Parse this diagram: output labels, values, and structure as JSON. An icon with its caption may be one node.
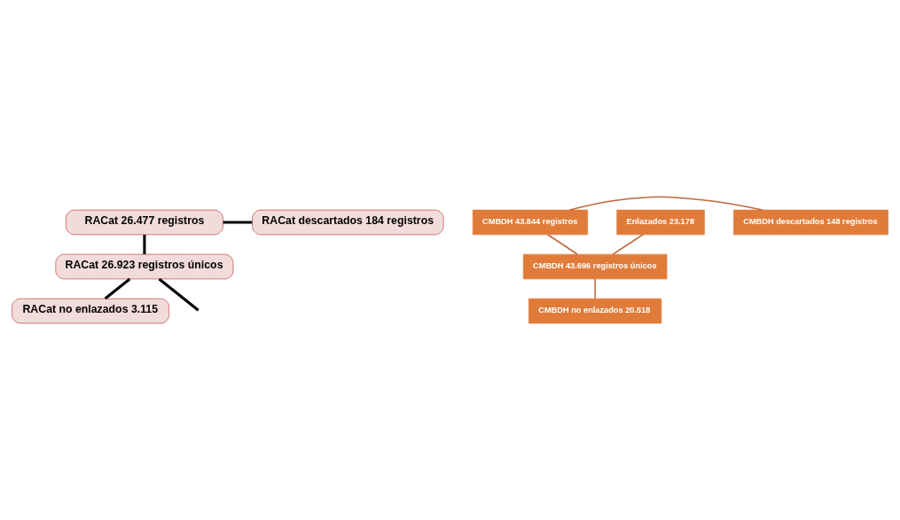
{
  "diagram": {
    "nodes": [
      {
        "text": [
          "RACat 26.477 registros"
        ]
      },
      {
        "text": [
          "RACat descartados 184 registros"
        ]
      },
      {
        "text": [
          "RACat 26.923 registros únicos"
        ]
      },
      {
        "text": [
          "RACat no enlazados 3.115"
        ]
      },
      {
        "text": [
          "CMBDH 43.844 registros"
        ]
      },
      {
        "text": [
          "CMBDH descartados 148 registros"
        ]
      },
      {
        "text": [
          "CMBDH 43.696 registros únicos"
        ]
      },
      {
        "text": [
          "Enlazados 23.178"
        ]
      },
      {
        "text": [
          "CMBDH no enlazados 20.518"
        ]
      }
    ],
    "edges": [
      {
        "from": 0,
        "to": 2,
        "arrow": "none",
        "style": "thick",
        "color": "#000000"
      },
      {
        "from": 1,
        "to": 0,
        "arrow": "none",
        "style": "thick",
        "color": "#000000"
      },
      {
        "from": 2,
        "to": 3,
        "arrow": "none",
        "style": "thick",
        "color": "#000000"
      },
      {
        "from": 2,
        "to": null,
        "arrow": "none",
        "style": "thick",
        "color": "#000000"
      },
      {
        "from": 4,
        "to": 6,
        "arrow": "none",
        "color": "#c0673a"
      },
      {
        "from": 5,
        "to": 4,
        "arrow": "none",
        "color": "#c0673a"
      },
      {
        "from": 6,
        "to": 8,
        "arrow": "none",
        "color": "#c0673a"
      },
      {
        "from": 7,
        "to": 6,
        "arrow": "none",
        "color": "#c0673a"
      }
    ]
  }
}
